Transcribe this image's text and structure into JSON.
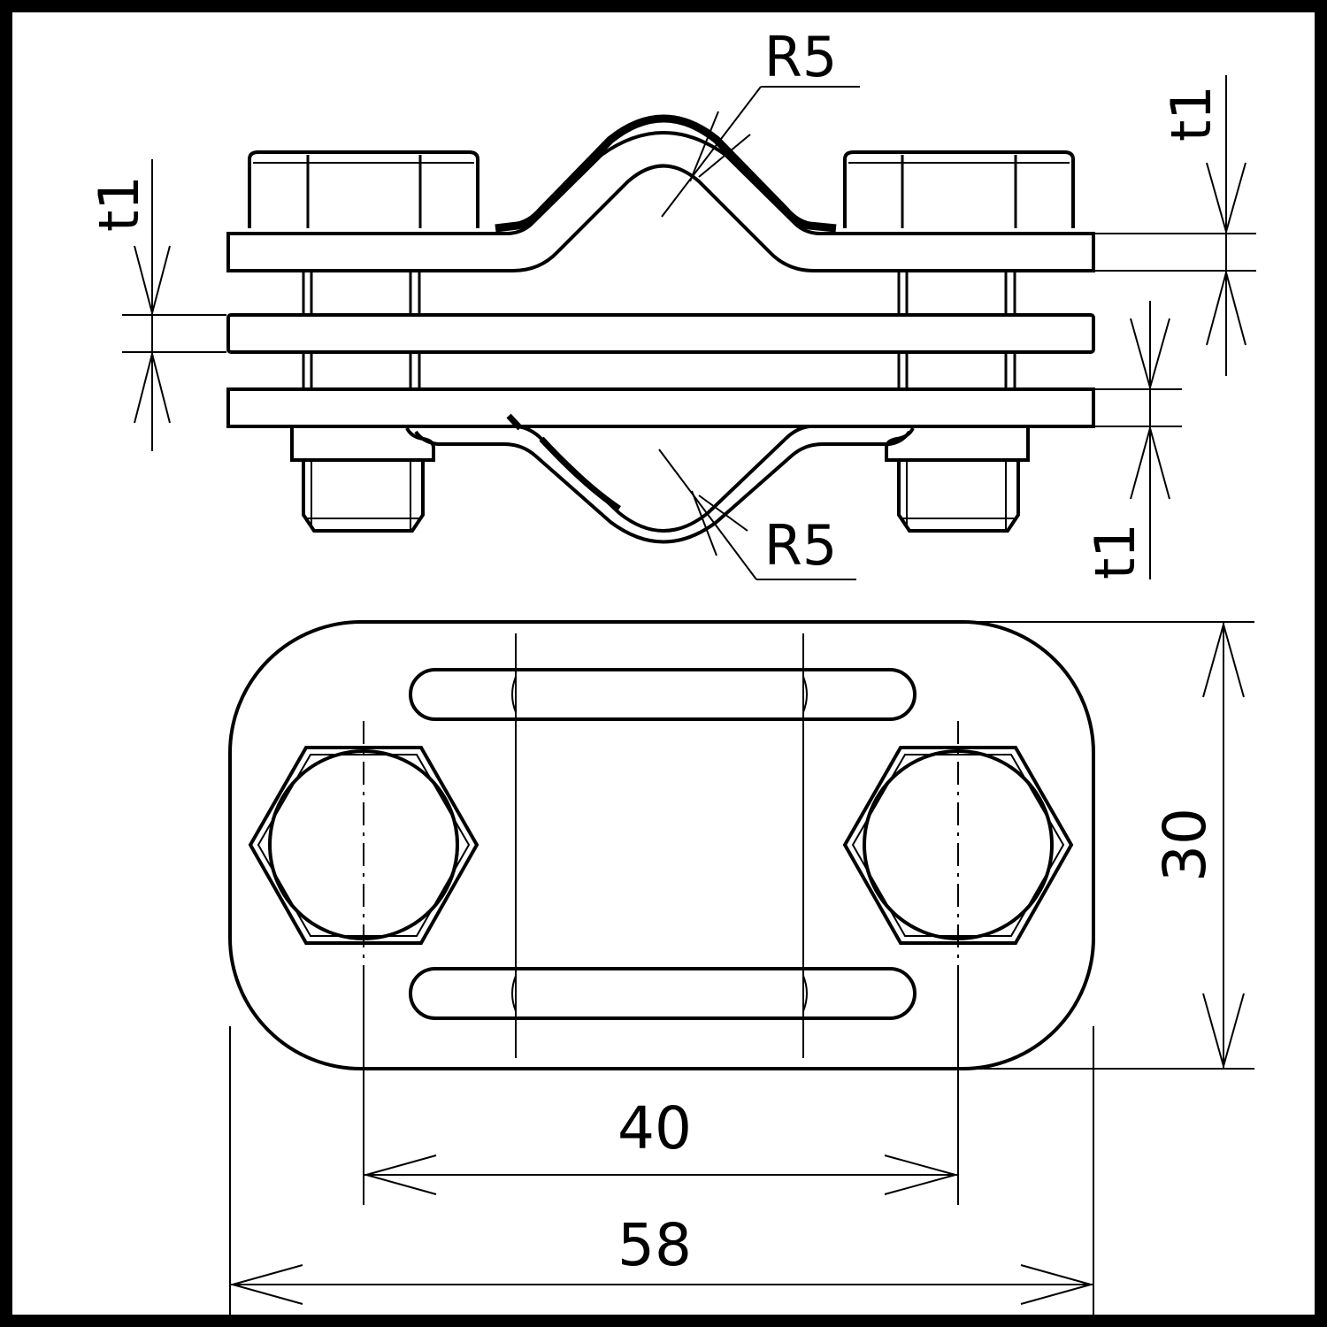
{
  "drawing": {
    "side_view": {
      "radius_top": "R5",
      "radius_bottom": "R5",
      "thickness_left": "t1",
      "thickness_right_top": "t1",
      "thickness_right_bottom": "t1"
    },
    "top_view": {
      "height": "30",
      "bolt_spacing": "40",
      "overall_length": "58"
    }
  },
  "colors": {
    "background": "#ffffff",
    "line": "#000000",
    "frame": "#000000"
  }
}
